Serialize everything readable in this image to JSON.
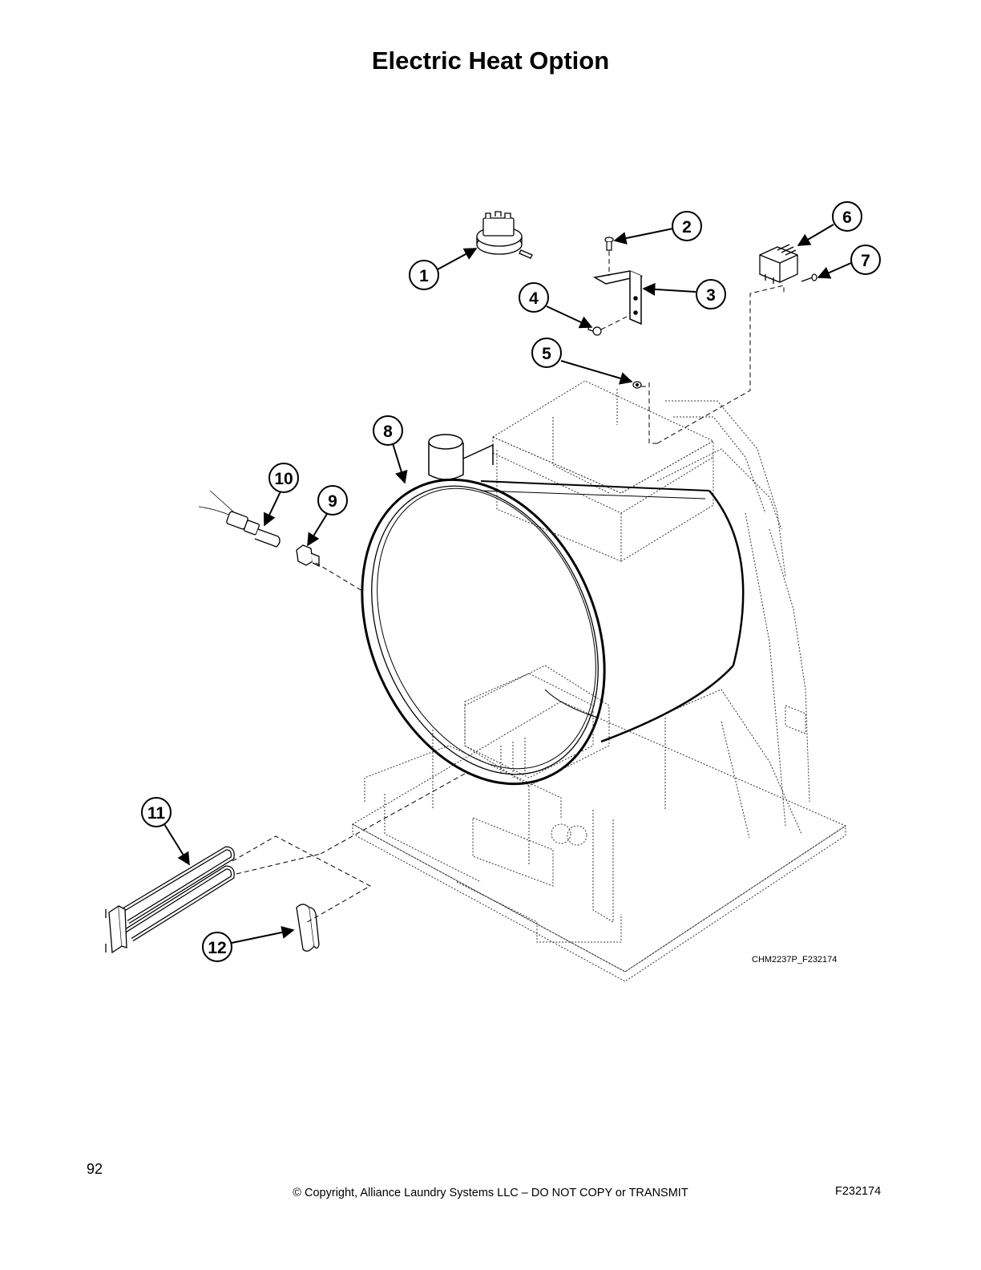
{
  "page": {
    "title": "Electric Heat Option",
    "figure_code": "CHM2237P_F232174",
    "page_number": "92",
    "copyright": "© Copyright, Alliance Laundry Systems LLC – DO NOT COPY or TRANSMIT",
    "doc_code": "F232174"
  },
  "callouts": [
    "1",
    "2",
    "3",
    "4",
    "5",
    "6",
    "7",
    "8",
    "9",
    "10",
    "11",
    "12"
  ]
}
